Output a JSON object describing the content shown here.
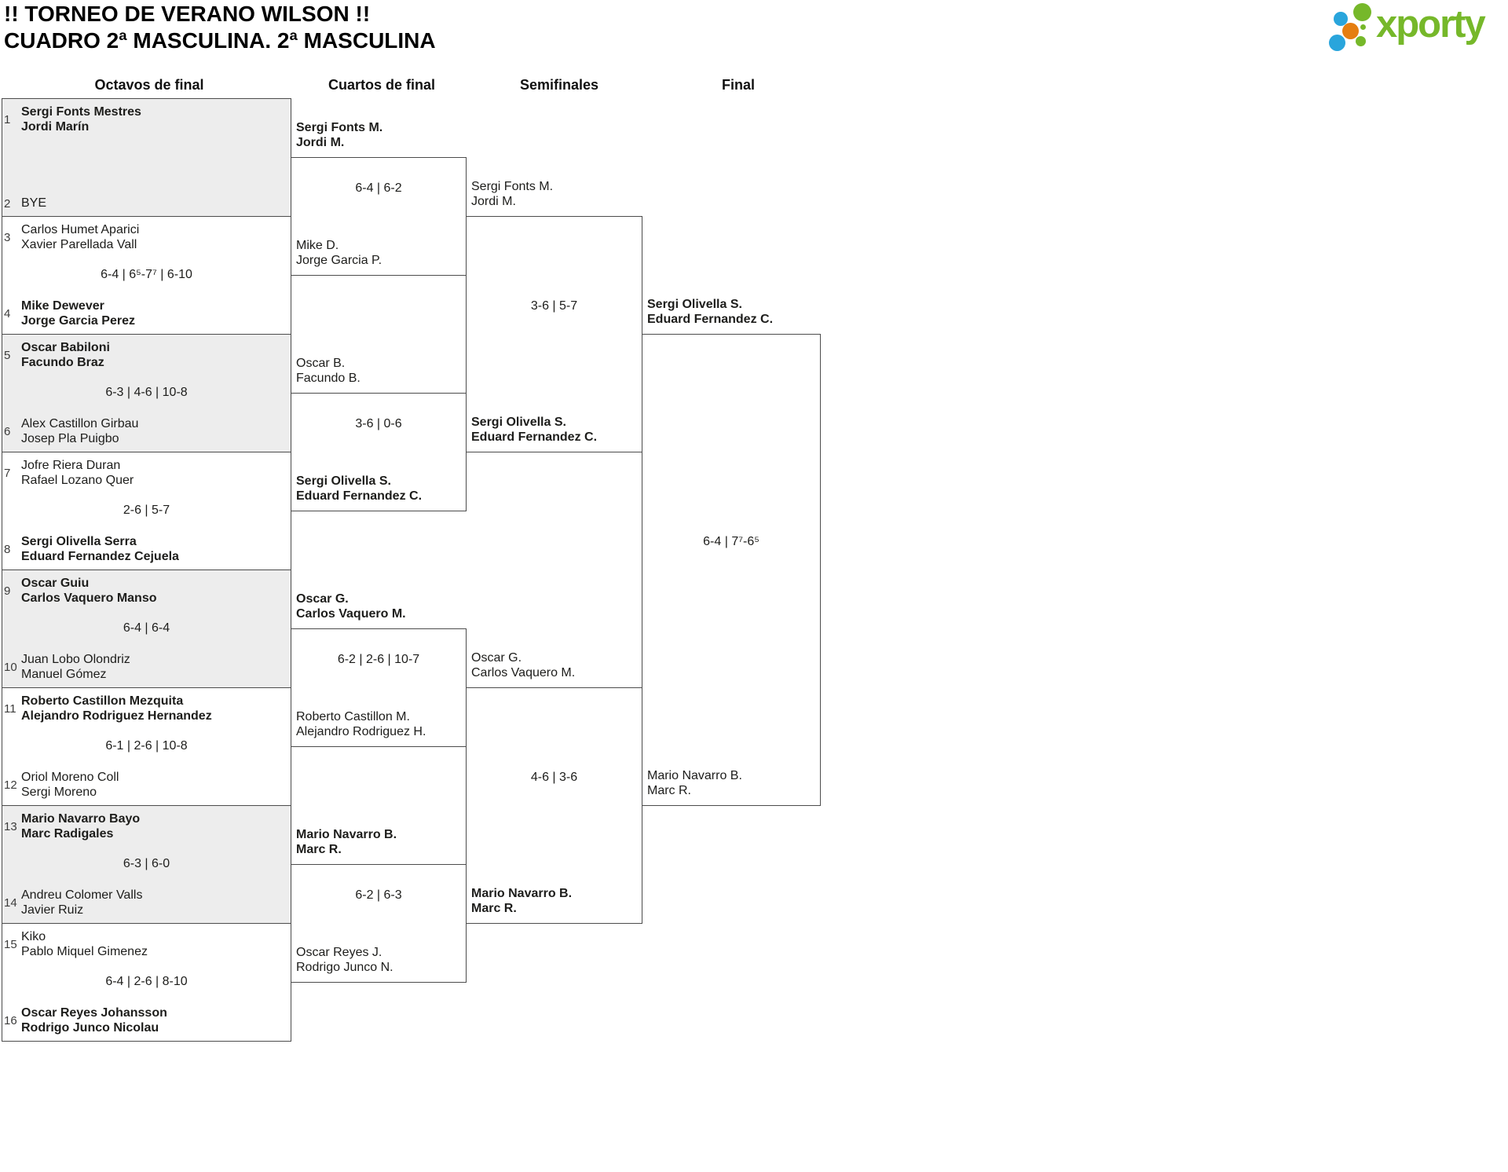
{
  "page": {
    "title": "!! TORNEO DE VERANO WILSON !!",
    "subtitle": "CUADRO 2ª MASCULINA. 2ª MASCULINA"
  },
  "logo": {
    "wordmark": "xporty",
    "green": "#76b82a",
    "blue": "#29a5dc",
    "orange": "#e57e10"
  },
  "colors": {
    "box_border": "#4c4c4c",
    "box_fill_alt": "#ededed",
    "text": "#1d1d1b"
  },
  "rounds": [
    {
      "label": "Octavos de final"
    },
    {
      "label": "Cuartos de final"
    },
    {
      "label": "Semifinales"
    },
    {
      "label": "Final"
    }
  ],
  "round_of_16": [
    {
      "score": "",
      "teams": [
        {
          "seed": "1",
          "lines": [
            "Sergi Fonts Mestres",
            "Jordi Marín"
          ],
          "winner": true
        },
        {
          "seed": "2",
          "lines": [
            "BYE"
          ],
          "winner": false
        }
      ]
    },
    {
      "score": "6-4 | 6⁵-7⁷ | 6-10",
      "teams": [
        {
          "seed": "3",
          "lines": [
            "Carlos Humet Aparici",
            "Xavier Parellada Vall"
          ],
          "winner": false
        },
        {
          "seed": "4",
          "lines": [
            "Mike Dewever",
            "Jorge Garcia Perez"
          ],
          "winner": true
        }
      ]
    },
    {
      "score": "6-3 | 4-6 | 10-8",
      "teams": [
        {
          "seed": "5",
          "lines": [
            "Oscar Babiloni",
            "Facundo Braz"
          ],
          "winner": true
        },
        {
          "seed": "6",
          "lines": [
            "Alex Castillon Girbau",
            "Josep Pla Puigbo"
          ],
          "winner": false
        }
      ]
    },
    {
      "score": "2-6 | 5-7",
      "teams": [
        {
          "seed": "7",
          "lines": [
            "Jofre Riera Duran",
            "Rafael Lozano Quer"
          ],
          "winner": false
        },
        {
          "seed": "8",
          "lines": [
            "Sergi Olivella Serra",
            "Eduard Fernandez Cejuela"
          ],
          "winner": true
        }
      ]
    },
    {
      "score": "6-4 | 6-4",
      "teams": [
        {
          "seed": "9",
          "lines": [
            "Oscar Guiu",
            "Carlos Vaquero Manso"
          ],
          "winner": true
        },
        {
          "seed": "10",
          "lines": [
            "Juan Lobo Olondriz",
            "Manuel Gómez"
          ],
          "winner": false
        }
      ]
    },
    {
      "score": "6-1 | 2-6 | 10-8",
      "teams": [
        {
          "seed": "11",
          "lines": [
            "Roberto Castillon Mezquita",
            "Alejandro Rodriguez Hernandez"
          ],
          "winner": true
        },
        {
          "seed": "12",
          "lines": [
            "Oriol Moreno Coll",
            "Sergi Moreno"
          ],
          "winner": false
        }
      ]
    },
    {
      "score": "6-3 | 6-0",
      "teams": [
        {
          "seed": "13",
          "lines": [
            "Mario Navarro Bayo",
            "Marc Radigales"
          ],
          "winner": true
        },
        {
          "seed": "14",
          "lines": [
            "Andreu Colomer Valls",
            "Javier Ruiz"
          ],
          "winner": false
        }
      ]
    },
    {
      "score": "6-4 | 2-6 | 8-10",
      "teams": [
        {
          "seed": "15",
          "lines": [
            "Kiko",
            "Pablo Miquel Gimenez"
          ],
          "winner": false
        },
        {
          "seed": "16",
          "lines": [
            "Oscar Reyes Johansson",
            "Rodrigo Junco Nicolau"
          ],
          "winner": true
        }
      ]
    }
  ],
  "quarterfinals": [
    {
      "score": "6-4 | 6-2",
      "teams": [
        {
          "lines": [
            "Sergi Fonts M.",
            "Jordi M."
          ],
          "winner": true
        },
        {
          "lines": [
            "Mike D.",
            "Jorge Garcia P."
          ],
          "winner": false
        }
      ]
    },
    {
      "score": "3-6 | 0-6",
      "teams": [
        {
          "lines": [
            "Oscar B.",
            "Facundo B."
          ],
          "winner": false
        },
        {
          "lines": [
            "Sergi Olivella S.",
            "Eduard Fernandez C."
          ],
          "winner": true
        }
      ]
    },
    {
      "score": "6-2 | 2-6 | 10-7",
      "teams": [
        {
          "lines": [
            "Oscar G.",
            "Carlos Vaquero M."
          ],
          "winner": true
        },
        {
          "lines": [
            "Roberto Castillon M.",
            "Alejandro Rodriguez H."
          ],
          "winner": false
        }
      ]
    },
    {
      "score": "6-2 | 6-3",
      "teams": [
        {
          "lines": [
            "Mario Navarro B.",
            "Marc R."
          ],
          "winner": true
        },
        {
          "lines": [
            "Oscar Reyes J.",
            "Rodrigo Junco N."
          ],
          "winner": false
        }
      ]
    }
  ],
  "semifinals": [
    {
      "score": "3-6 | 5-7",
      "teams": [
        {
          "lines": [
            "Sergi Fonts M.",
            "Jordi M."
          ],
          "winner": false
        },
        {
          "lines": [
            "Sergi Olivella S.",
            "Eduard Fernandez C."
          ],
          "winner": true
        }
      ]
    },
    {
      "score": "4-6 | 3-6",
      "teams": [
        {
          "lines": [
            "Oscar G.",
            "Carlos Vaquero M."
          ],
          "winner": false
        },
        {
          "lines": [
            "Mario Navarro B.",
            "Marc R."
          ],
          "winner": true
        }
      ]
    }
  ],
  "final": [
    {
      "score": "6-4 | 7⁷-6⁵",
      "teams": [
        {
          "lines": [
            "Sergi Olivella S.",
            "Eduard Fernandez C."
          ],
          "winner": true
        },
        {
          "lines": [
            "Mario Navarro B.",
            "Marc R."
          ],
          "winner": false
        }
      ]
    }
  ]
}
